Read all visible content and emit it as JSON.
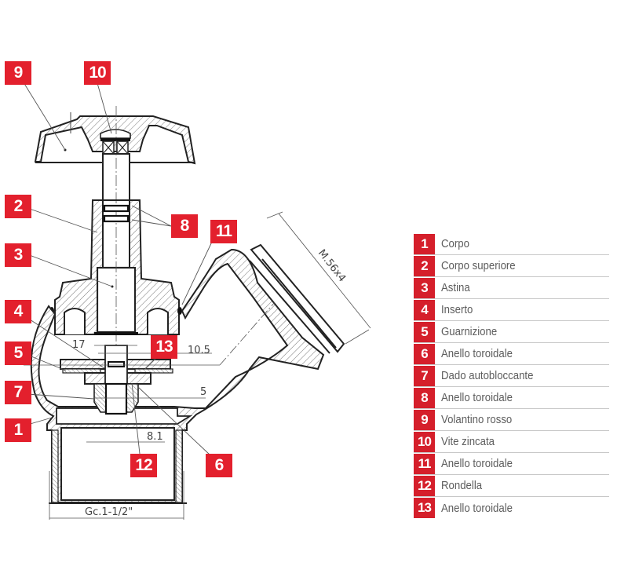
{
  "diagram": {
    "title": "",
    "callouts": [
      {
        "num": "9"
      },
      {
        "num": "10"
      },
      {
        "num": "2"
      },
      {
        "num": "8"
      },
      {
        "num": "11"
      },
      {
        "num": "3"
      },
      {
        "num": "4"
      },
      {
        "num": "13"
      },
      {
        "num": "5"
      },
      {
        "num": "7"
      },
      {
        "num": "1"
      },
      {
        "num": "12"
      },
      {
        "num": "6"
      }
    ],
    "dimensions": {
      "d17": "17",
      "d10_5": "10.5",
      "d5": "5",
      "d8_1": "8.1",
      "thread_outlet": "M.56x4",
      "thread_inlet": "Gc.1-1/2\""
    }
  },
  "legend": {
    "items": [
      {
        "num": "1",
        "label": "Corpo"
      },
      {
        "num": "2",
        "label": "Corpo superiore"
      },
      {
        "num": "3",
        "label": "Astina"
      },
      {
        "num": "4",
        "label": "Inserto"
      },
      {
        "num": "5",
        "label": "Guarnizione"
      },
      {
        "num": "6",
        "label": "Anello toroidale"
      },
      {
        "num": "7",
        "label": "Dado autobloccante"
      },
      {
        "num": "8",
        "label": "Anello toroidale"
      },
      {
        "num": "9",
        "label": "Volantino rosso"
      },
      {
        "num": "10",
        "label": "Vite zincata"
      },
      {
        "num": "11",
        "label": "Anello toroidale"
      },
      {
        "num": "12",
        "label": "Rondella"
      },
      {
        "num": "13",
        "label": "Anello toroidale"
      }
    ]
  },
  "colors": {
    "accent_red": "#e3202d",
    "line": "#222222",
    "legend_text": "#5c5c5c"
  }
}
